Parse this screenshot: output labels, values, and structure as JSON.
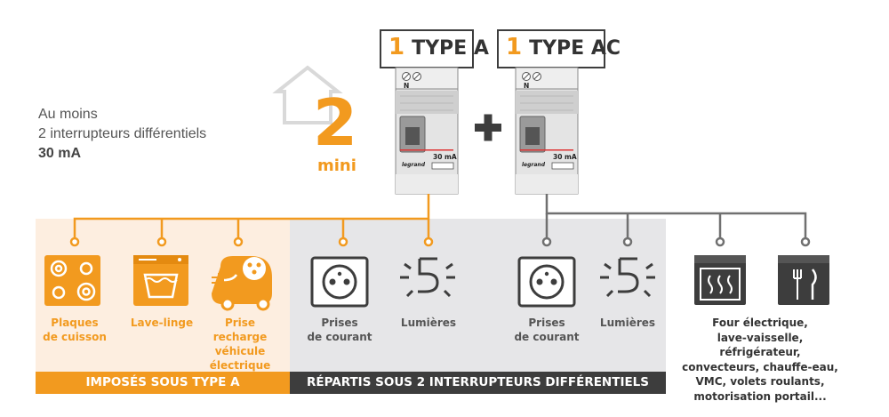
{
  "intro": {
    "line1": "Au moins",
    "line2": "2 interrupteurs différentiels",
    "line3": "30 mA"
  },
  "badge": {
    "number": "2",
    "sub": "mini"
  },
  "breaker_a": {
    "num": "1",
    "label": "TYPE A",
    "rating": "30 mA",
    "terminal": "N",
    "brand": "legrand"
  },
  "breaker_ac": {
    "num": "1",
    "label": "TYPE AC",
    "rating": "30 mA",
    "terminal": "N",
    "brand": "legrand"
  },
  "plus": "+",
  "groupA": {
    "band": "IMPOSÉS SOUS TYPE A",
    "items": [
      {
        "icon": "cooktop-icon",
        "l1": "Plaques",
        "l2": "de cuisson",
        "l3": ""
      },
      {
        "icon": "washing-machine-icon",
        "l1": "Lave-linge",
        "l2": "",
        "l3": ""
      },
      {
        "icon": "ev-charger-icon",
        "l1": "Prise recharge",
        "l2": "véhicule",
        "l3": "électrique"
      }
    ]
  },
  "groupShared": {
    "band": "RÉPARTIS SOUS 2 INTERRUPTEURS DIFFÉRENTIELS",
    "items": [
      {
        "icon": "socket-icon",
        "l1": "Prises",
        "l2": "de courant"
      },
      {
        "icon": "light-icon",
        "l1": "Lumières",
        "l2": ""
      },
      {
        "icon": "socket-icon",
        "l1": "Prises",
        "l2": "de courant"
      },
      {
        "icon": "light-icon",
        "l1": "Lumières",
        "l2": ""
      }
    ]
  },
  "groupAC": {
    "icons": [
      "oven-icon",
      "dishwasher-icon"
    ],
    "lines": [
      "Four électrique,",
      "lave-vaisselle,",
      "réfrigérateur,",
      "convecteurs, chauffe-eau,",
      "VMC, volets roulants,",
      "motorisation portail..."
    ]
  },
  "colors": {
    "orange": "#f29a1f",
    "grey": "#707070",
    "peach": "#fdeee0",
    "lightgrey": "#e6e6e8",
    "dark": "#3d3d3d"
  }
}
